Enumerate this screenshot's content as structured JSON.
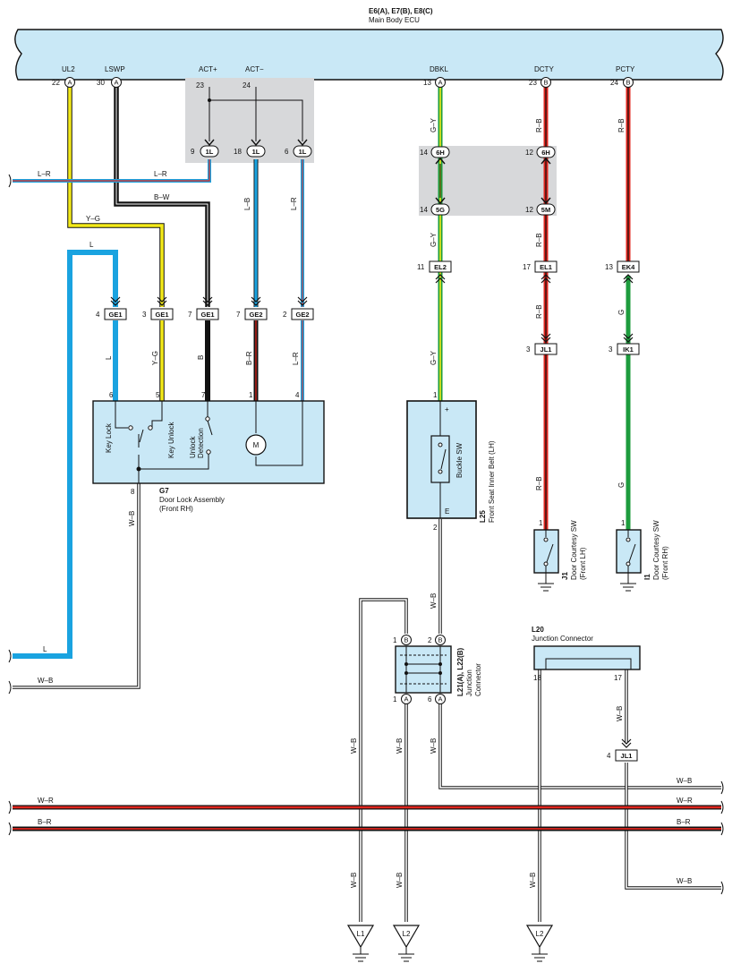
{
  "ecu": {
    "title": "E6(A), E7(B), E8(C)",
    "subtitle": "Main Body ECU",
    "terminals": [
      {
        "name": "UL2",
        "pin": "22",
        "conn": "A"
      },
      {
        "name": "LSWP",
        "pin": "30",
        "conn": "A"
      },
      {
        "name": "ACT+",
        "pin": "23",
        "conn": ""
      },
      {
        "name": "ACT−",
        "pin": "24",
        "conn": ""
      },
      {
        "name": "DBKL",
        "pin": "13",
        "conn": "A"
      },
      {
        "name": "DCTY",
        "pin": "23",
        "conn": "B"
      },
      {
        "name": "PCTY",
        "pin": "24",
        "conn": "B"
      }
    ]
  },
  "wire_labels": {
    "lr": "L–R",
    "bw": "B–W",
    "yg": "Y–G",
    "l": "L",
    "lb": "L–B",
    "gy": "G–Y",
    "rb": "R–B",
    "b": "B",
    "br": "B–R",
    "wb": "W–B",
    "g": "G",
    "wr": "W–R"
  },
  "connectors": {
    "c1l_a": {
      "pin": "9",
      "label": "1L"
    },
    "c1l_b": {
      "pin": "18",
      "label": "1L"
    },
    "c1l_c": {
      "pin": "6",
      "label": "1L"
    },
    "c6h_a": {
      "pin": "14",
      "label": "6H"
    },
    "c6h_b": {
      "pin": "12",
      "label": "6H"
    },
    "c5g": {
      "pin": "14",
      "label": "5G"
    },
    "c5m": {
      "pin": "12",
      "label": "5M"
    },
    "el2": {
      "pin": "11",
      "label": "EL2"
    },
    "el1": {
      "pin": "17",
      "label": "EL1"
    },
    "ek4": {
      "pin": "13",
      "label": "EK4"
    },
    "ge1_a": {
      "pin": "4",
      "label": "GE1"
    },
    "ge1_b": {
      "pin": "3",
      "label": "GE1"
    },
    "ge1_c": {
      "pin": "7",
      "label": "GE1"
    },
    "ge2_a": {
      "pin": "7",
      "label": "GE2"
    },
    "ge2_b": {
      "pin": "2",
      "label": "GE2"
    },
    "jl1_a": {
      "pin": "3",
      "label": "JL1"
    },
    "ik1": {
      "pin": "3",
      "label": "IK1"
    },
    "jl1_b": {
      "pin": "4",
      "label": "JL1"
    }
  },
  "door_lock": {
    "code": "G7",
    "name": "Door Lock Assembly",
    "sub": "(Front RH)",
    "key_lock": "Key Lock",
    "key_unlock": "Key Unlock",
    "unlock1": "Unlock",
    "unlock2": "Detection",
    "motor": "M",
    "pins": [
      "6",
      "5",
      "7",
      "1",
      "4"
    ],
    "ground_pin": "8"
  },
  "buckle": {
    "code": "L25",
    "name": "Front Seat Inner Belt (LH)",
    "sw": "Buckle SW",
    "pin_top": "1",
    "pin_bottom": "2",
    "plus": "+",
    "e": "E"
  },
  "courtesy_lh": {
    "code": "J1",
    "name": "Door Courtesy SW",
    "sub": "(Front LH)",
    "pin": "1"
  },
  "courtesy_rh": {
    "code": "I1",
    "name": "Door Courtesy SW",
    "sub": "(Front RH)",
    "pin": "1"
  },
  "junction_l21": {
    "code": "L21(A), L22(B)",
    "name1": "Junction",
    "name2": "Connector",
    "pins_top": [
      {
        "pin": "1",
        "conn": "B"
      },
      {
        "pin": "2",
        "conn": "B"
      }
    ],
    "pins_bottom": [
      {
        "pin": "1",
        "conn": "A"
      },
      {
        "pin": "6",
        "conn": "A"
      }
    ]
  },
  "junction_l20": {
    "code": "L20",
    "name": "Junction Connector",
    "pins": [
      "18",
      "17"
    ]
  },
  "grounds": [
    "L1",
    "L2",
    "L2"
  ]
}
